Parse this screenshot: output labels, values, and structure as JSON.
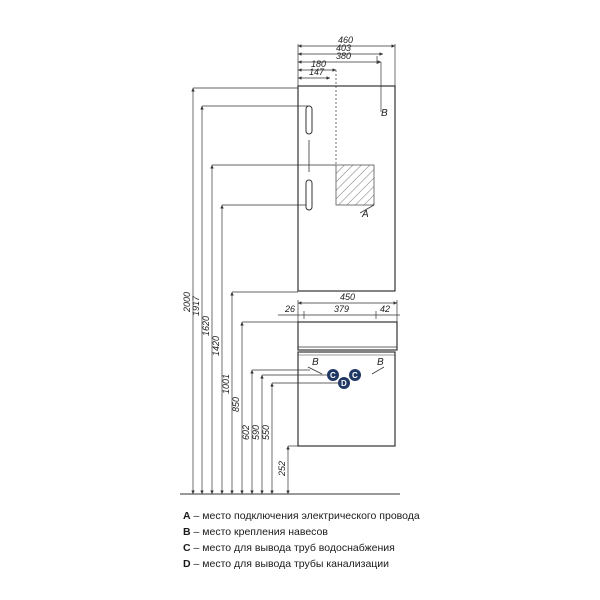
{
  "top_dims": {
    "d460": "460",
    "d403": "403",
    "d380": "380",
    "d180": "180",
    "d147": "147"
  },
  "vanity_dims": {
    "d450": "450",
    "d26": "26",
    "d379": "379",
    "d42": "42"
  },
  "height_dims": {
    "h2000": "2000",
    "h1917": "1917",
    "h1620": "1620",
    "h1420": "1420",
    "h1001": "1001",
    "h850": "850",
    "h602": "602",
    "h590": "590",
    "h550": "550",
    "h252": "252"
  },
  "markers": {
    "a": "A",
    "b": "B",
    "c": "C",
    "d": "D"
  },
  "legend": [
    {
      "key": "A",
      "text": " – место подключения электрического провода"
    },
    {
      "key": "B",
      "text": " – место крепления навесов"
    },
    {
      "key": "C",
      "text": " – место для вывода труб водоснабжения"
    },
    {
      "key": "D",
      "text": " – место для вывода трубы канализации"
    }
  ],
  "colors": {
    "line": "#333333",
    "badge": "#1f3864",
    "hatch": "#555555"
  }
}
